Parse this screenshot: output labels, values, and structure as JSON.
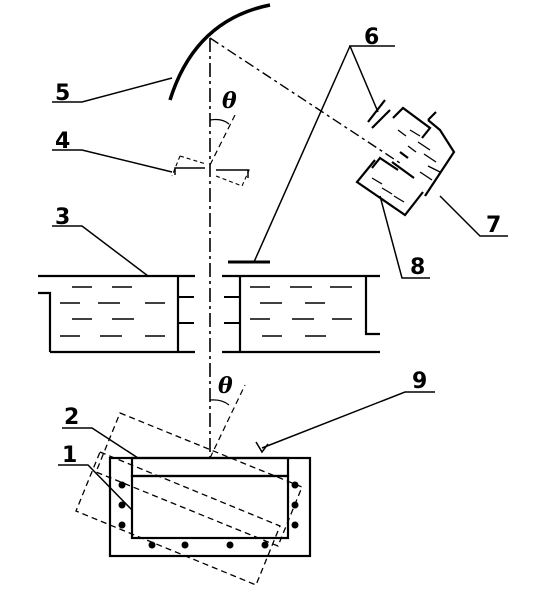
{
  "diagram": {
    "labels": {
      "l1": "1",
      "l2": "2",
      "l3": "3",
      "l4": "4",
      "l5": "5",
      "l6": "6",
      "l7": "7",
      "l8": "8",
      "l9": "9"
    },
    "angle_symbol": "θ",
    "colors": {
      "ink": "#000000",
      "background": "#ffffff"
    }
  }
}
